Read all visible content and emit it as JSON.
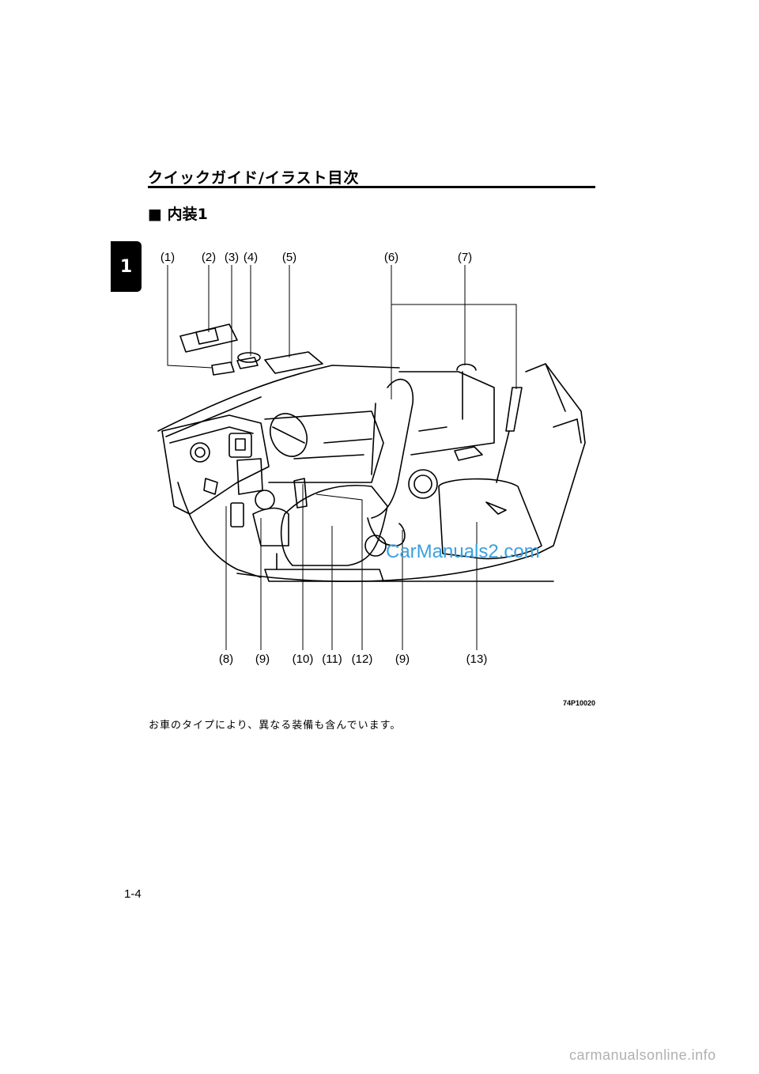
{
  "chapter_tab": "1",
  "header": {
    "title": "クイックガイド/イラスト目次"
  },
  "section": {
    "title": "■ 内装1"
  },
  "callouts_top": [
    "(1)",
    "(2)",
    "(3)",
    "(4)",
    "(5)",
    "(6)",
    "(7)"
  ],
  "callouts_bottom": [
    "(8)",
    "(9)",
    "(10)",
    "(11)",
    "(12)",
    "(9)",
    "(13)"
  ],
  "figure_code": "74P10020",
  "note": "お車のタイプにより、異なる装備も含んでいます。",
  "page_number": "1-4",
  "watermarks": {
    "middle": "CarManuals2.com",
    "bottom": "carmanualsonline.info"
  }
}
